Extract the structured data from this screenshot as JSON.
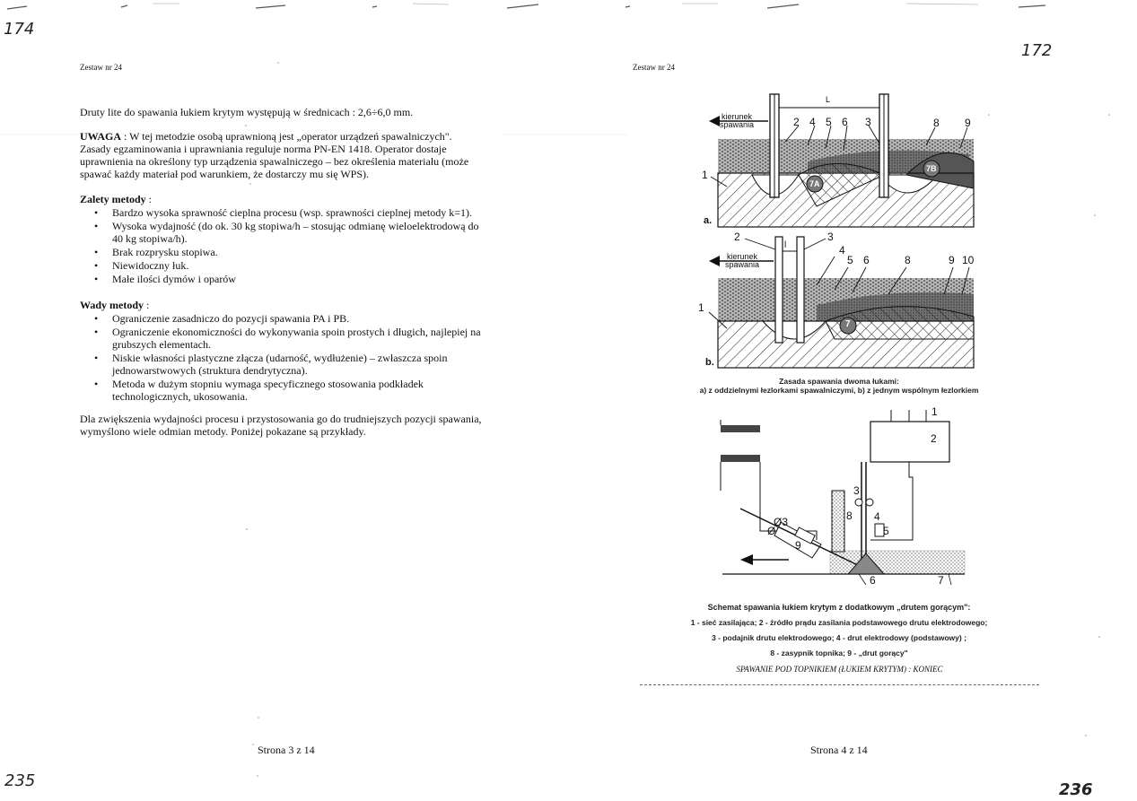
{
  "handwriting": {
    "top_left": "174",
    "top_right": "172",
    "bottom_left": "235",
    "bottom_right": "236"
  },
  "left_page": {
    "header": "Zestaw nr 24",
    "intro": "Druty lite do spawania łukiem krytym występują w średnicach : 2,6÷6,0 mm.",
    "note_label": "UWAGA",
    "note_lines": [
      " : W tej metodzie osobą uprawnioną jest „operator urządzeń spawalniczych\".",
      "Zasady egzaminowania i uprawniania reguluje norma PN-EN 1418. Operator dostaje",
      "uprawnienia na określony typ urządzenia spawalniczego – bez określenia materiału (może",
      "spawać każdy materiał pod warunkiem, że dostarczy mu się WPS)."
    ],
    "advantages_title": "Zalety metody",
    "advantages_colon": " :",
    "advantages": [
      "Bardzo wysoka sprawność cieplna procesu (wsp. sprawności cieplnej metody k=1).",
      "Wysoka wydajność (do ok. 30 kg stopiwa/h – stosując odmianę wieloelektrodową do 40 kg stopiwa/h).",
      "Brak rozprysku stopiwa.",
      "Niewidoczny łuk.",
      "Małe ilości dymów i oparów"
    ],
    "disadvantages_title": "Wady metody",
    "disadvantages_colon": " :",
    "disadvantages": [
      "Ograniczenie zasadniczo do pozycji spawania PA i PB.",
      "Ograniczenie ekonomiczności do wykonywania spoin prostych i długich, najlepiej na grubszych elementach.",
      "Niskie własności plastyczne złącza (udarność, wydłużenie) – zwłaszcza spoin jednowarstwowych (struktura dendrytyczna).",
      "Metoda w dużym stopniu wymaga specyficznego stosowania podkładek technologicznych, ukosowania."
    ],
    "closing_lines": [
      "Dla zwiększenia wydajności procesu i przystosowania go do trudniejszych pozycji spawania,",
      "wymyślono wiele odmian metody. Poniżej pokazane są przykłady."
    ],
    "footer": "Strona 3 z 14"
  },
  "right_page": {
    "header": "Zestaw nr 24",
    "figure1": {
      "direction_label_1": "kierunek",
      "direction_label_2": "spawania",
      "length_label": "L",
      "top_numbers": [
        "2",
        "4",
        "5",
        "6",
        "3",
        "8",
        "9"
      ],
      "circle_labels": [
        "7A",
        "7B"
      ],
      "side_label": "1",
      "panel_label": "a."
    },
    "figure2": {
      "direction_label_1": "kierunek",
      "direction_label_2": "spawania",
      "length_label": "l",
      "top_numbers": [
        "2",
        "3",
        "4",
        "5",
        "6",
        "8",
        "9",
        "10"
      ],
      "circle_label": "7",
      "side_label": "1",
      "panel_label": "b."
    },
    "figure12_caption": [
      "Zasada spawania dwoma łukami:",
      "a) z oddzielnymi łezlorkami spawalniczymi, b) z jednym wspólnym łezlorkiem"
    ],
    "schematic": {
      "labels": [
        "1",
        "2",
        "3",
        "4",
        "5",
        "6",
        "7",
        "8",
        "9",
        "Ø3",
        "Ø"
      ]
    },
    "schematic_caption": [
      "Schemat spawania łukiem krytym z dodatkowym „drutem gorącym\":",
      "1 - sieć zasilająca; 2 - źródło prądu zasilania podstawowego drutu elektrodowego;",
      "3 - podajnik drutu elektrodowego;  4 - drut elektrodowy (podstawowy) ;",
      "8 - zasypnik topnika;  9 - „drut gorący\""
    ],
    "end_note": "SPAWANIE POD TOPNIKIEM (ŁUKIEM KRYTYM) : KONIEC",
    "footer": "Strona 4 z 14"
  },
  "colors": {
    "ink": "#111111",
    "scan_gray": "#9a9a9a"
  }
}
